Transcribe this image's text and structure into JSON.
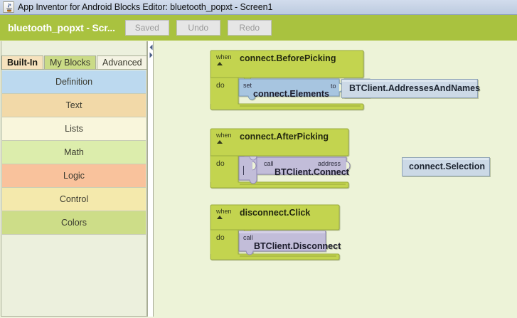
{
  "window": {
    "title": "App Inventor for Android Blocks Editor: bluetooth_popxt - Screen1",
    "icon": "java-coffee-cup-icon"
  },
  "toolbar": {
    "project_title": "bluetooth_popxt - Scr...",
    "buttons": [
      {
        "label": "Saved",
        "name": "saved-button",
        "enabled": false
      },
      {
        "label": "Undo",
        "name": "undo-button",
        "enabled": false
      },
      {
        "label": "Redo",
        "name": "redo-button",
        "enabled": false
      }
    ]
  },
  "palette": {
    "tabs": [
      {
        "label": "Built-In",
        "selected": true
      },
      {
        "label": "My Blocks",
        "selected": false
      },
      {
        "label": "Advanced",
        "selected": false
      }
    ],
    "categories": [
      {
        "label": "Definition",
        "color": "#bcd9ef"
      },
      {
        "label": "Text",
        "color": "#f2d9a8"
      },
      {
        "label": "Lists",
        "color": "#f9f6dc"
      },
      {
        "label": "Math",
        "color": "#dcedac"
      },
      {
        "label": "Logic",
        "color": "#f9c29c"
      },
      {
        "label": "Control",
        "color": "#f4e9ac"
      },
      {
        "label": "Colors",
        "color": "#cddd88"
      }
    ]
  },
  "splitter": {
    "collapse_up_icon": "chevron-left-icon",
    "collapse_down_icon": "chevron-right-icon"
  },
  "canvas": {
    "background": "#edf3d8",
    "blocks": [
      {
        "id": "block-1",
        "type": "event",
        "when_label": "when",
        "title": "connect.BeforePicking",
        "do_label": "do",
        "color": "#c3d44f",
        "body": {
          "kind": "setter",
          "prefix": "set",
          "name": "connect.Elements",
          "connector": "to",
          "color": "#a7c5e0",
          "value": {
            "kind": "getter",
            "name": "BTClient.AddressesAndNames",
            "color": "#ccd9e6"
          }
        }
      },
      {
        "id": "block-2",
        "type": "event",
        "when_label": "when",
        "title": "connect.AfterPicking",
        "do_label": "do",
        "color": "#c3d44f",
        "body": {
          "kind": "call",
          "prefix": "call",
          "name": "BTClient.Connect",
          "connector": "address",
          "color": "#c2bdd9",
          "selected": true,
          "value": {
            "kind": "getter",
            "name": "connect.Selection",
            "color": "#ccd9e6"
          }
        }
      },
      {
        "id": "block-3",
        "type": "event",
        "when_label": "when",
        "title": "disconnect.Click",
        "do_label": "do",
        "color": "#c3d44f",
        "body": {
          "kind": "call",
          "prefix": "call",
          "name": "BTClient.Disconnect",
          "connector": "",
          "color": "#c2bdd9",
          "value": null
        }
      }
    ]
  },
  "colors": {
    "accent_green": "#a9c23f",
    "canvas_green": "#edf3d8",
    "titlebar_blue": "#c8d4e6"
  }
}
